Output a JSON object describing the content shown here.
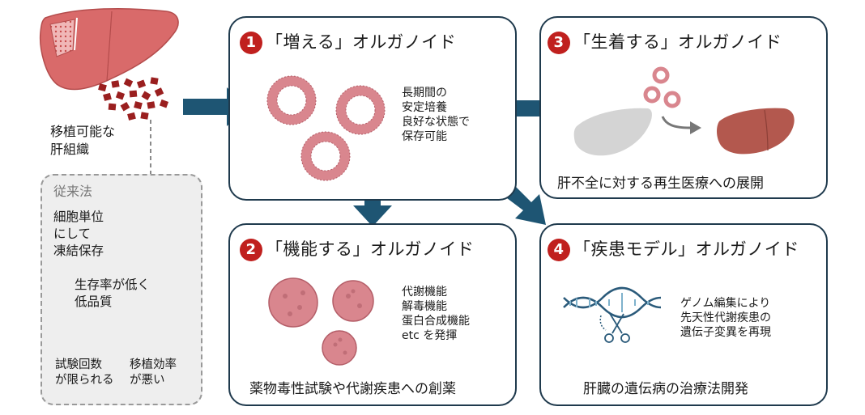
{
  "liver": {
    "label_lines": [
      "移植可能な",
      "肝組織"
    ]
  },
  "conventional": {
    "title": "従来法",
    "method_lines": [
      "細胞単位",
      "にして",
      "凍結保存"
    ],
    "problem_lines": [
      "生存率が低く",
      "低品質"
    ],
    "result_left_lines": [
      "試験回数",
      "が限られる"
    ],
    "result_right_lines": [
      "移植効率",
      "が悪い"
    ]
  },
  "panels": [
    {
      "number": "1",
      "title": "「増える」オルガノイド",
      "desc_lines": [
        "長期間の",
        "安定培養",
        "良好な状態で",
        "保存可能"
      ],
      "bottom": ""
    },
    {
      "number": "2",
      "title": "「機能する」オルガノイド",
      "desc_lines": [
        "代謝機能",
        "解毒機能",
        "蛋白合成機能",
        "etc を発揮"
      ],
      "bottom": "薬物毒性試験や代謝疾患への創薬"
    },
    {
      "number": "3",
      "title": "「生着する」オルガノイド",
      "desc_lines": [],
      "bottom": "肝不全に対する再生医療への展開"
    },
    {
      "number": "4",
      "title": "「疾患モデル」オルガノイド",
      "desc_lines": [
        "ゲノム編集により",
        "先天性代謝疾患の",
        "遺伝子変異を再現"
      ],
      "bottom": "肝臓の遺伝病の治療法開発"
    }
  ],
  "colors": {
    "arrow": "#1e5573",
    "panel_border": "#1f3a4d",
    "number_badge": "#c0201e",
    "organoid": "#d9868e",
    "liver": "#d96a6a"
  }
}
